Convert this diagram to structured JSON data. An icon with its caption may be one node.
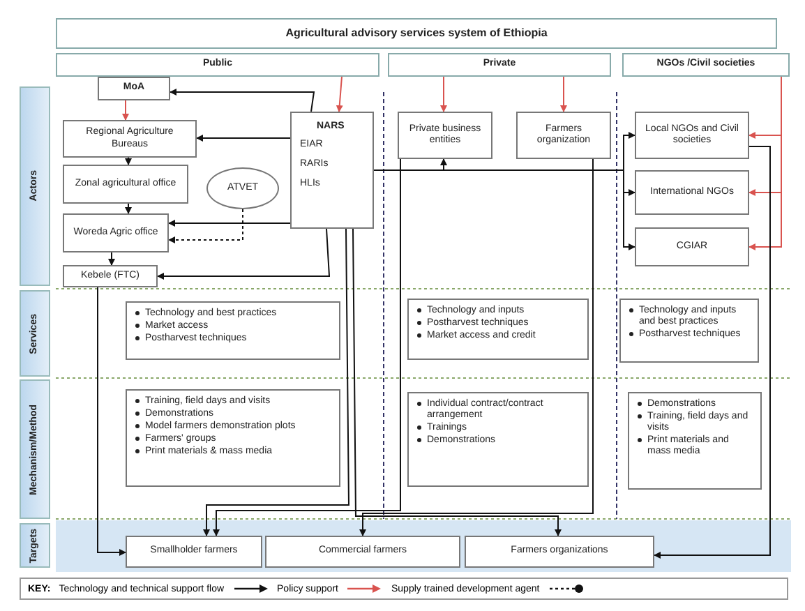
{
  "diagram": {
    "title": "Agricultural advisory services system of Ethiopia",
    "nodes": [
      {
        "text": [
          "Public"
        ]
      },
      {
        "text": [
          "Private"
        ]
      },
      {
        "text": [
          "NGOs /Civil societies"
        ]
      },
      {
        "text": [
          "Actors"
        ]
      },
      {
        "text": [
          "Services"
        ]
      },
      {
        "text": [
          "Mechanism/Method"
        ]
      },
      {
        "text": [
          "Targets"
        ]
      },
      {
        "text": [
          "MoA"
        ]
      },
      {
        "text": [
          "Regional Agriculture Bureaus"
        ]
      },
      {
        "text": [
          "Zonal agricultural office"
        ]
      },
      {
        "text": [
          "ATVET"
        ]
      },
      {
        "text": [
          "NARS",
          "EIAR",
          "RARIs",
          "HLIs"
        ]
      },
      {
        "text": [
          "Woreda Agric office"
        ]
      },
      {
        "text": [
          "Kebele (FTC)"
        ]
      },
      {
        "text": [
          "Private business entities"
        ]
      },
      {
        "text": [
          "Farmers organization"
        ]
      },
      {
        "text": [
          "Local NGOs and Civil societies"
        ]
      },
      {
        "text": [
          "International NGOs"
        ]
      },
      {
        "text": [
          "CGIAR"
        ]
      },
      {
        "text": [
          "Technology and best practices",
          "Market access",
          "Postharvest techniques"
        ]
      },
      {
        "text": [
          "Technology and inputs",
          "Postharvest techniques",
          "Market access and credit"
        ]
      },
      {
        "text": [
          "Technology and inputs and best practices",
          "Postharvest techniques"
        ]
      },
      {
        "text": [
          "Training, field days and visits",
          "Demonstrations",
          "Model farmers demonstration plots",
          "Farmers' groups",
          "Print materials & mass media"
        ]
      },
      {
        "text": [
          "Individual contract/contract arrangement",
          "Trainings",
          "Demonstrations"
        ]
      },
      {
        "text": [
          "Demonstrations",
          "Training, field days and visits",
          "Print materials and mass media"
        ]
      },
      {
        "text": [
          "Smallholder farmers"
        ]
      },
      {
        "text": [
          "Commercial farmers"
        ]
      },
      {
        "text": [
          "Farmers organizations"
        ]
      }
    ],
    "edges": [
      {
        "from": 0,
        "to": 11,
        "arrow": "to",
        "color": "#d9534f"
      },
      {
        "from": 7,
        "to": 8,
        "arrow": "to",
        "color": "#d9534f"
      },
      {
        "from": 1,
        "to": 14,
        "arrow": "to",
        "color": "#d9534f"
      },
      {
        "from": 1,
        "to": 15,
        "arrow": "to",
        "color": "#d9534f"
      },
      {
        "from": 2,
        "to": 16,
        "arrow": "to",
        "color": "#d9534f"
      },
      {
        "from": 2,
        "to": 17,
        "arrow": "to",
        "color": "#d9534f"
      },
      {
        "from": 2,
        "to": 18,
        "arrow": "to",
        "color": "#d9534f"
      },
      {
        "from": 11,
        "to": 7,
        "arrow": "to"
      },
      {
        "from": 11,
        "to": 8,
        "arrow": "to"
      },
      {
        "from": 8,
        "to": 9,
        "arrow": "to"
      },
      {
        "from": 9,
        "to": 12,
        "arrow": "to"
      },
      {
        "from": 12,
        "to": 13,
        "arrow": "to"
      },
      {
        "from": 11,
        "to": 12,
        "arrow": "to"
      },
      {
        "from": 10,
        "to": 12,
        "arrow": "to",
        "style": "dashed"
      },
      {
        "from": 11,
        "to": 13,
        "arrow": "to"
      },
      {
        "from": 11,
        "to": 14,
        "arrow": "to"
      },
      {
        "from": 11,
        "to": 16,
        "arrow": "to"
      },
      {
        "from": 11,
        "to": 17,
        "arrow": "to"
      },
      {
        "from": 11,
        "to": 18,
        "arrow": "to"
      },
      {
        "from": 13,
        "to": 25,
        "arrow": "to"
      },
      {
        "from": 11,
        "to": 25,
        "arrow": "to"
      },
      {
        "from": 14,
        "to": 25,
        "arrow": "to"
      },
      {
        "from": 15,
        "to": 26,
        "arrow": "to"
      },
      {
        "from": 11,
        "to": 27,
        "arrow": "to"
      },
      {
        "from": 16,
        "to": 27,
        "arrow": "to"
      }
    ],
    "labels": [
      "KEY:"
    ],
    "legend": [
      {
        "text": "Technology and technical support flow"
      },
      {
        "text": "Policy support"
      },
      {
        "text": "Supply trained development agent"
      }
    ]
  }
}
